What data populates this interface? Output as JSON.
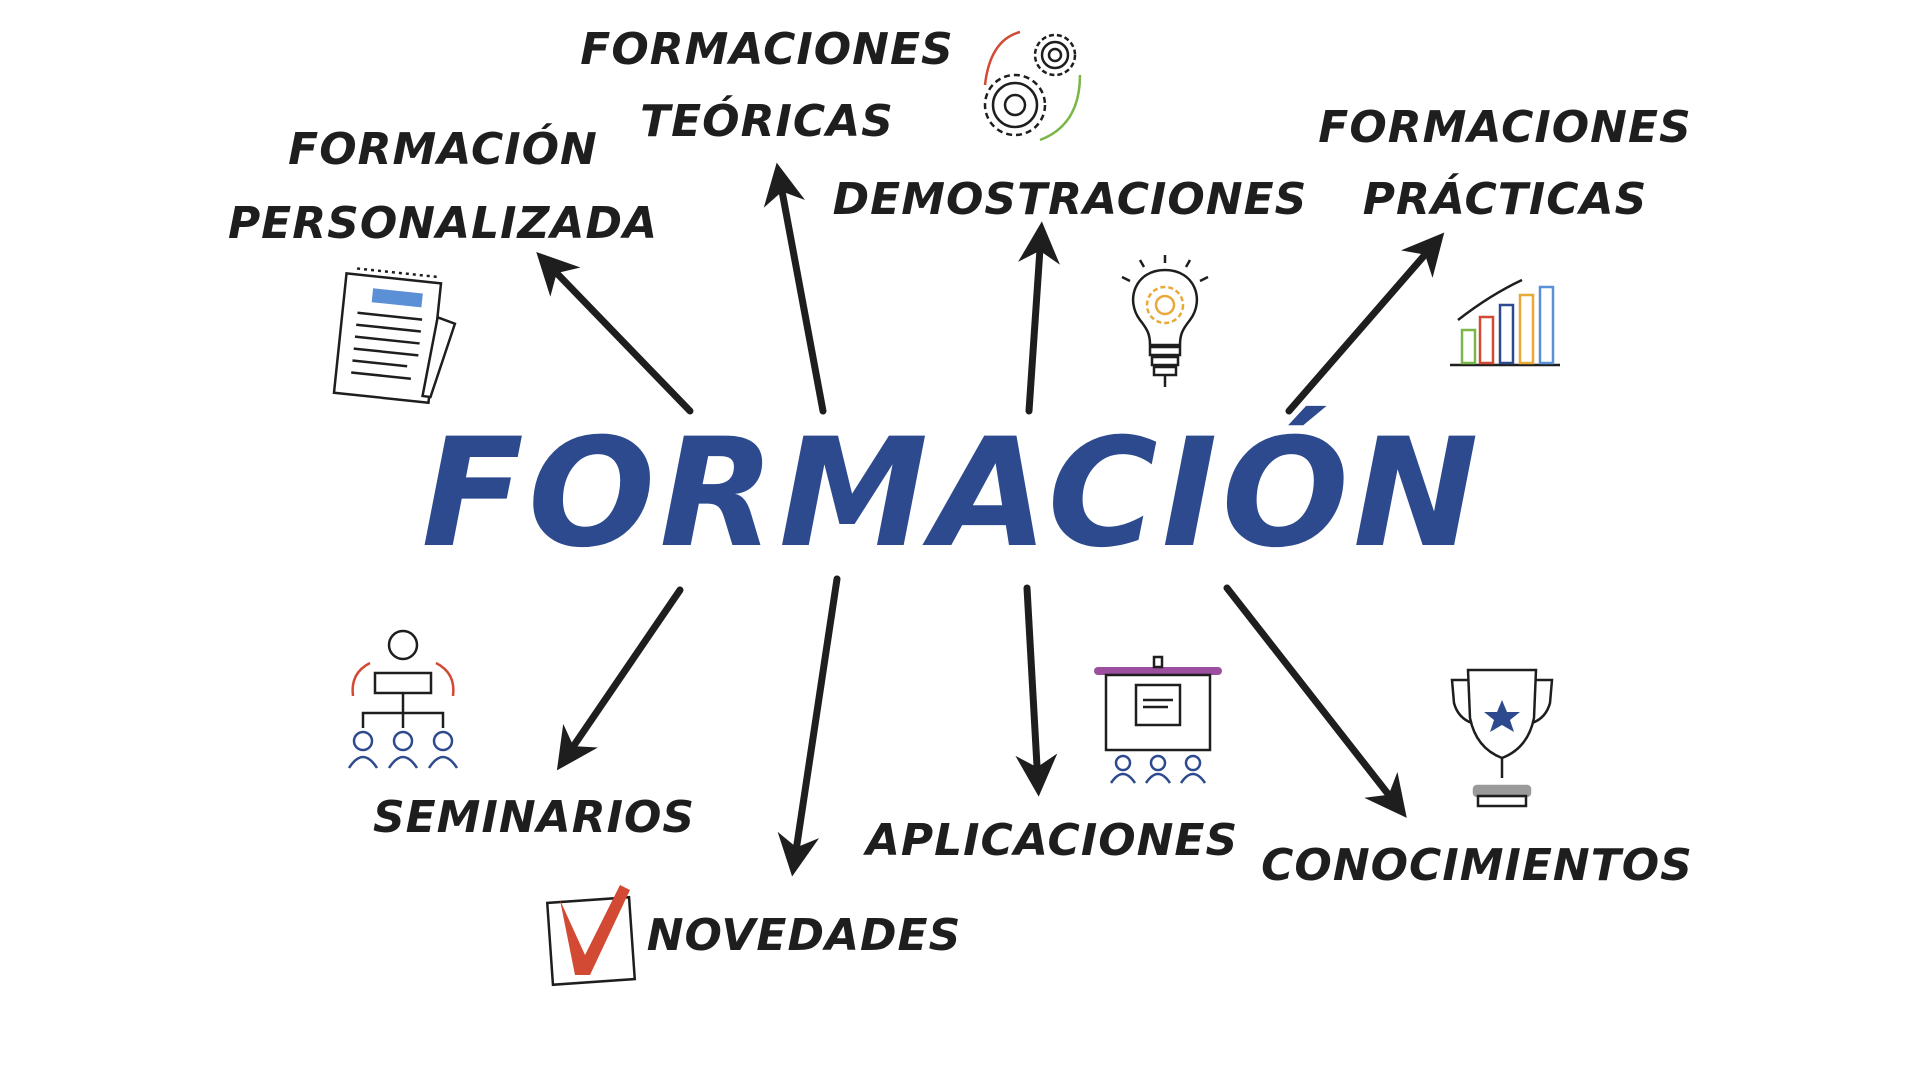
{
  "title": "FORMACIÓN",
  "colors": {
    "main": "#2e4a8f",
    "text": "#1e1e1e",
    "red": "#d24a34",
    "green": "#7ab648",
    "orange": "#e8a93a",
    "purple": "#9b4f9e",
    "blue": "#5b8fd6"
  },
  "branches": [
    {
      "lines": [
        "FORMACIÓN",
        "PERSONALIZADA"
      ],
      "icon": "notepad-pencil-icon"
    },
    {
      "lines": [
        "FORMACIONES",
        "TEÓRICAS"
      ],
      "icon": "gears-icon"
    },
    {
      "lines": [
        "DEMOSTRACIONES"
      ],
      "icon": "lightbulb-icon"
    },
    {
      "lines": [
        "FORMACIONES",
        "PRÁCTICAS"
      ],
      "icon": "bar-chart-icon"
    },
    {
      "lines": [
        "SEMINARIOS"
      ],
      "icon": "org-chart-icon"
    },
    {
      "lines": [
        "NOVEDADES"
      ],
      "icon": "checkmark-icon"
    },
    {
      "lines": [
        "APLICACIONES"
      ],
      "icon": "presentation-board-icon"
    },
    {
      "lines": [
        "CONOCIMIENTOS"
      ],
      "icon": "trophy-icon"
    }
  ]
}
